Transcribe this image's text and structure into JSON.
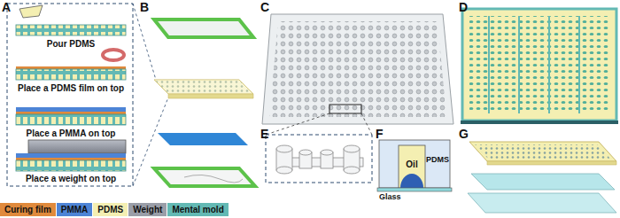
{
  "diagram": {
    "labels": [
      "A",
      "Pour PDMS",
      "Place a PDMS film on top",
      "Place a PMMA on top",
      "Place a weight on top",
      "B",
      "C",
      "D",
      "E",
      "F",
      "Oil",
      "PDMS",
      "Glass",
      "G"
    ],
    "legend": [
      {
        "text": "Curing film",
        "color": "#e08a3c"
      },
      {
        "text": "PMMA",
        "color": "#4d84d6"
      },
      {
        "text": "PDMS",
        "color": "#f4efb2"
      },
      {
        "text": "Weight",
        "color": "#9a9ea8"
      },
      {
        "text": "Mental mold",
        "color": "#63b9b4"
      }
    ]
  }
}
